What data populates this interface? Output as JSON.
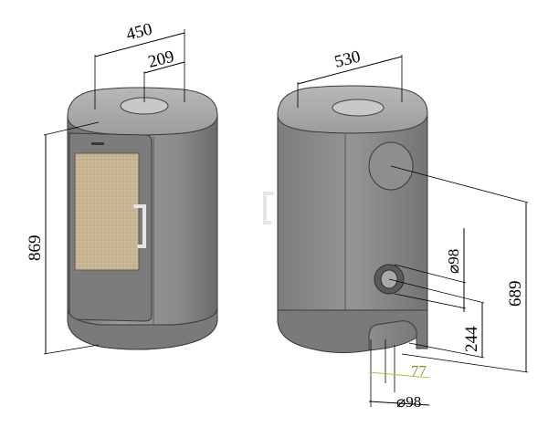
{
  "dimensions": {
    "width_front": "450",
    "flue_offset_front": "209",
    "depth_side": "530",
    "height_total": "869",
    "flue_rear_height": "689",
    "air_inlet_height": "244",
    "air_inlet_diameter": "98",
    "bottom_inlet_offset": "77",
    "bottom_inlet_diameter": "98",
    "diameter_symbol": "⌀"
  },
  "colors": {
    "body": "#8c8c8c",
    "body_dark": "#6f6f6f",
    "top": "#a9a9a9",
    "glass": "#c9b89a",
    "accent_dim": "#b9c23a"
  }
}
